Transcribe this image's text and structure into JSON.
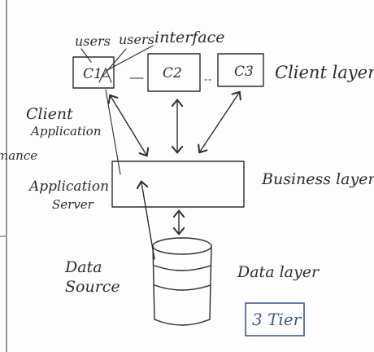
{
  "labels": {
    "user1": "users",
    "user2": "users",
    "interface": "interface",
    "c1": "C1",
    "c2": "C2",
    "c3": "C3",
    "client_layer": "Client layer",
    "client_app_line1": "Client",
    "client_app_line2": "Application",
    "margin_fragment": "mance",
    "app_server_line1": "Application",
    "app_server_line2": "Server",
    "business_layer": "Business layer",
    "data_source_line1": "Data",
    "data_source_line2": "Source",
    "data_layer": "Data layer",
    "tier_badge": "3 Tier"
  },
  "colors": {
    "ink": "#2b2b33",
    "marker_blue": "#3d5a8a",
    "board": "#fdfdfd"
  }
}
